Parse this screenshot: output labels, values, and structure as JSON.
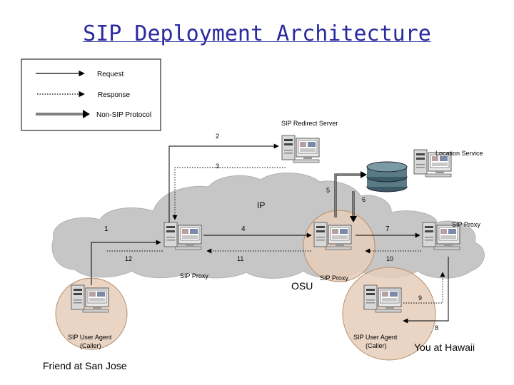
{
  "title": "SIP Deployment Architecture",
  "legend": {
    "request": "Request",
    "response": "Response",
    "non_sip": "Non-SIP Protocol"
  },
  "labels": {
    "redirect_server": "SIP Redirect Server",
    "location_service": "Location Service",
    "ip_cloud": "IP",
    "proxy_left": "SIP Proxy",
    "proxy_osu": "SIP Proxy",
    "proxy_right": "SIP Proxy",
    "osu": "OSU",
    "ua_left": "SIP User Agent",
    "ua_left_sub": "(Caller)",
    "ua_right": "SIP User Agent",
    "ua_right_sub": "(Caller)",
    "friend": "Friend at San Jose",
    "you": "You at Hawaii"
  },
  "steps": [
    "1",
    "2",
    "3",
    "4",
    "5",
    "6",
    "7",
    "8",
    "9",
    "10",
    "11",
    "12"
  ],
  "colors": {
    "title": "#2a2aa0",
    "cloud": "#c6c6c6",
    "highlight": "#e6cdb8",
    "highlight_edge": "#b8906c"
  }
}
